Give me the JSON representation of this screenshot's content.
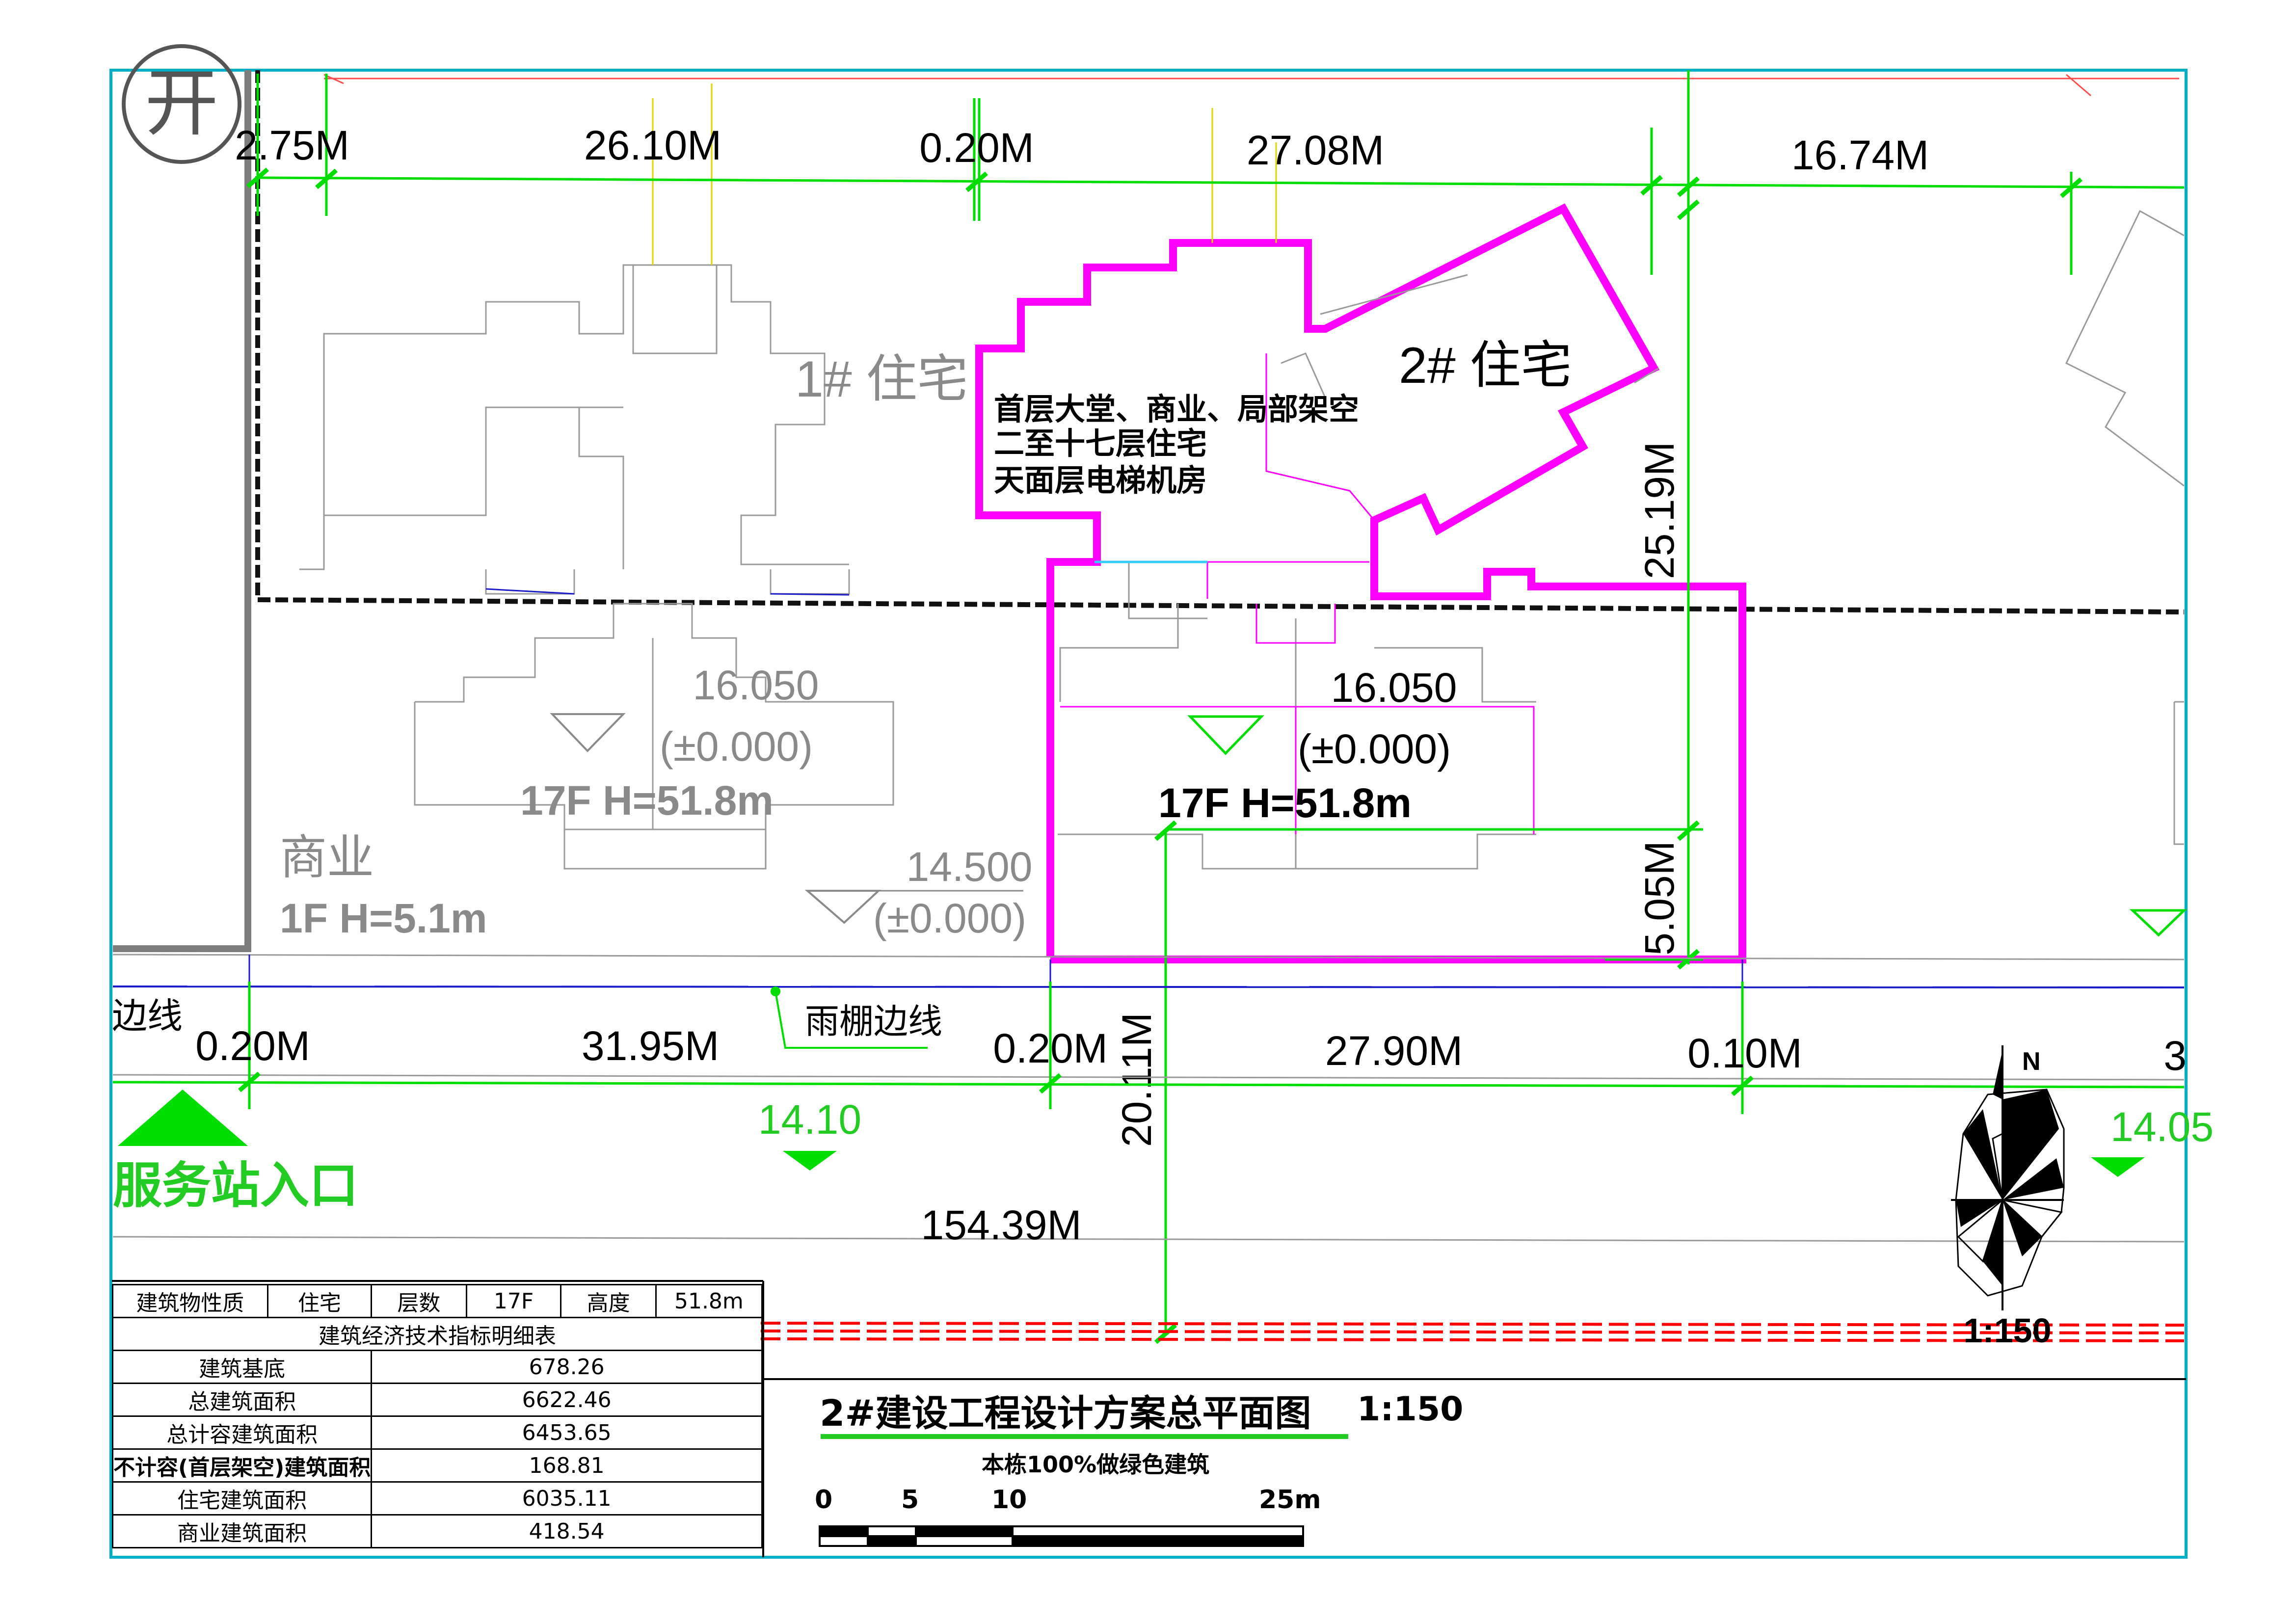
{
  "top_dims": [
    "2.75M",
    "26.10M",
    "0.20M",
    "27.08M",
    "16.74M"
  ],
  "bottom_dims": [
    "0.20M",
    "31.95M",
    "0.20M",
    "27.90M",
    "0.10M"
  ],
  "bottom_dim_edge": "3",
  "bottom_dim_left_partial": "边线",
  "vertical_dims": [
    "25.19M",
    "5.05M",
    "20.11M"
  ],
  "total_dim": "154.39M",
  "labels": {
    "open_mark": "开",
    "b1": "1# 住宅",
    "b2": "2# 住宅",
    "b2_desc": [
      "首层大堂、商业、局部架空",
      "二至十七层住宅",
      "天面层电梯机房"
    ],
    "left_elev": "16.050",
    "left_elev_rel": "(±0.000)",
    "left_height": "17F H=51.8m",
    "right_elev": "16.050",
    "right_elev_rel": "(±0.000)",
    "right_height": "17F H=51.8m",
    "commerce": "商业",
    "commerce_h": "1F H=5.1m",
    "low_elev": "14.500",
    "low_elev_rel": "(±0.000)",
    "canopy": "雨棚边线",
    "road_elev_1": "14.10",
    "road_elev_2": "14.05",
    "entrance": "服务站入口",
    "north": "N",
    "compass_scale": "1:150"
  },
  "info_table": {
    "header": [
      "建筑物性质",
      "住宅",
      "层数",
      "17F",
      "高度",
      "51.8m"
    ],
    "caption": "建筑经济技术指标明细表",
    "rows": [
      {
        "label": "建筑基底",
        "value": "678.26"
      },
      {
        "label": "总建筑面积",
        "value": "6622.46"
      },
      {
        "label": "总计容建筑面积",
        "value": "6453.65"
      },
      {
        "label": "不计容(首层架空)建筑面积",
        "value": "168.81"
      },
      {
        "label": "住宅建筑面积",
        "value": "6035.11"
      },
      {
        "label": "商业建筑面积",
        "value": "418.54"
      }
    ]
  },
  "title_block": {
    "title": "2#建设工程设计方案总平面图",
    "scale": "1:150",
    "subtitle": "本栋100%做绿色建筑",
    "scale_bar_labels": [
      "0",
      "5",
      "10",
      "25m"
    ]
  },
  "colors": {
    "frame": "#00b0c8",
    "highlight": "#ff00ff",
    "dimension": "#00dd00",
    "green_text": "#22cc22",
    "redline": "#ff0000",
    "grey_outline": "#9a9a9a"
  }
}
